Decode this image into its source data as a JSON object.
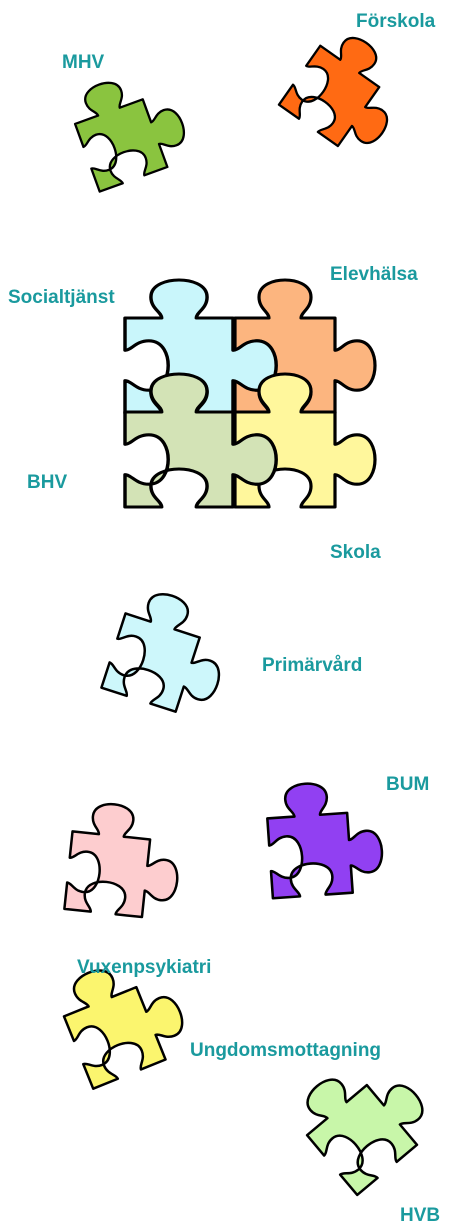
{
  "labels": {
    "mhv": "MHV",
    "forskola": "Förskola",
    "socialtjanst": "Socialtjänst",
    "elevhalsa": "Elevhälsa",
    "bhv": "BHV",
    "skola": "Skola",
    "primarvard": "Primärvård",
    "bum": "BUM",
    "vuxenpsykiatri": "Vuxenpsykiatri",
    "ungdomsmottagning": "Ungdomsmottagning",
    "hvb": "HVB"
  },
  "colors": {
    "label": "#1a9a9e",
    "outline": "#000000",
    "mhv": "#8ac43f",
    "forskola": "#ff6a13",
    "socialtjanst": "#c9f6fb",
    "elevhalsa": "#fcb57f",
    "bhv": "#d3e3b6",
    "skola": "#fff79c",
    "primarvard": "#cdf7fb",
    "bum": "#9140f2",
    "vuxenpsykiatri": "#fdcdcf",
    "ungdomsmottagning": "#fbf56e",
    "hvb": "#c8f6a9"
  },
  "pieces": [
    {
      "id": "mhv",
      "shape": "puzzle-piece"
    },
    {
      "id": "forskola",
      "shape": "puzzle-piece"
    },
    {
      "id": "socialtjanst",
      "shape": "puzzle-piece"
    },
    {
      "id": "elevhalsa",
      "shape": "puzzle-piece"
    },
    {
      "id": "bhv",
      "shape": "puzzle-piece"
    },
    {
      "id": "skola",
      "shape": "puzzle-piece"
    },
    {
      "id": "primarvard",
      "shape": "puzzle-piece"
    },
    {
      "id": "bum",
      "shape": "puzzle-piece"
    },
    {
      "id": "vuxenpsykiatri",
      "shape": "puzzle-piece"
    },
    {
      "id": "ungdomsmottagning",
      "shape": "puzzle-piece"
    },
    {
      "id": "hvb",
      "shape": "puzzle-piece"
    }
  ]
}
